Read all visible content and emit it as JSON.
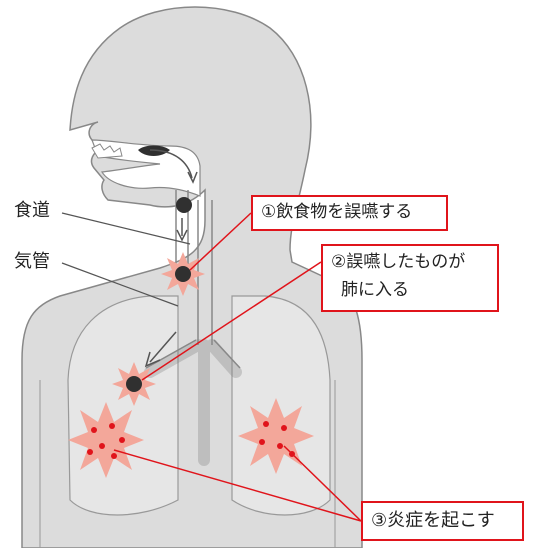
{
  "labels": {
    "esophagus": "食道",
    "trachea": "気管"
  },
  "callouts": {
    "step1": "①飲食物を誤嚥する",
    "step2_line1": "②誤嚥したものが",
    "step2_line2": "肺に入る",
    "step3": "③炎症を起こす"
  },
  "colors": {
    "body": "#dcdcdc",
    "outline": "#888888",
    "accent": "#e0141b",
    "burst": "#f3a79a",
    "dot": "#303030"
  }
}
